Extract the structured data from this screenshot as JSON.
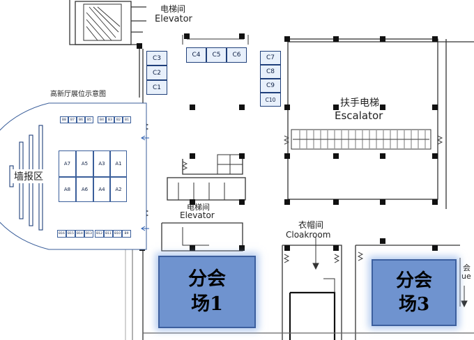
{
  "labels": {
    "elevator_top_cn": "电梯间",
    "elevator_top_en": "Elevator",
    "elevator_mid_cn": "电梯间",
    "elevator_mid_en": "Elevator",
    "escalator_cn": "扶手电梯",
    "escalator_en": "Escalator",
    "cloakroom_cn": "衣帽间",
    "cloakroom_en": "Cloakroom",
    "hall_title": "高新厅展位示意图",
    "wall_zone": "墙报区",
    "right_edge_cn": "会",
    "right_edge_en": "ue"
  },
  "booths_c": {
    "col_left": [
      "C3",
      "C2",
      "C1"
    ],
    "row_top": [
      "C4",
      "C5",
      "C6"
    ],
    "col_right": [
      "C7",
      "C8",
      "C9",
      "C10"
    ]
  },
  "booths_a": {
    "row1": [
      "A7",
      "A5",
      "A3",
      "A1"
    ],
    "row2": [
      "A8",
      "A6",
      "A4",
      "A2"
    ]
  },
  "booths_b": {
    "top_left": [
      "B8",
      "B7",
      "B6",
      "B5"
    ],
    "top_right": [
      "B4",
      "B3",
      "B2",
      "B1"
    ],
    "bottom_left": [
      "B16",
      "B15",
      "B14",
      "B13"
    ],
    "bottom_right": [
      "B12",
      "B11",
      "B10",
      "B9"
    ]
  },
  "halls": [
    {
      "line1": "分会",
      "line2": "场1"
    },
    {
      "line1": "分会",
      "line2": "场3"
    }
  ],
  "colors": {
    "hall_fill": "#6f93cf",
    "booth_border": "#1f3f7a",
    "wall_line": "#1f3f7a"
  }
}
